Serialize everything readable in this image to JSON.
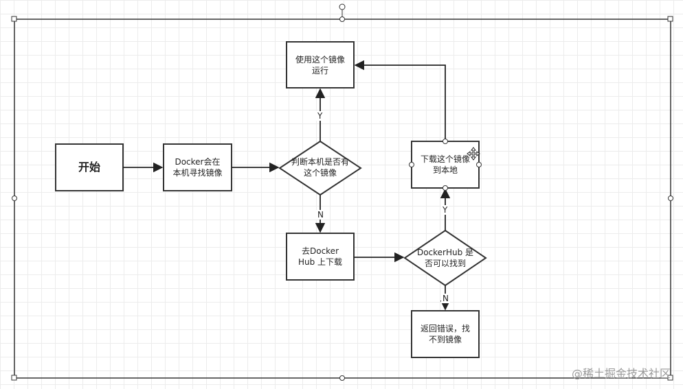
{
  "diagram": {
    "nodes": {
      "start": {
        "label": "开始"
      },
      "search_local": {
        "label": "Docker会在\n本机寻找镜像"
      },
      "check_local": {
        "label": "判断本机是否有\n这个镜像"
      },
      "use_image": {
        "label": "使用这个镜像\n运行"
      },
      "download_hub": {
        "label": "去Docker\nHub 上下载"
      },
      "check_hub": {
        "label": "DockerHub 是\n否可以找到"
      },
      "download_local": {
        "label": "下载这个镜像\n到本地"
      },
      "error": {
        "label": "返回错误，找\n不到镜像"
      }
    },
    "edges": {
      "check_yes": "Y",
      "check_no": "N",
      "hub_yes": "Y",
      "hub_no": "N"
    }
  },
  "watermark": "@稀土掘金技术社区"
}
